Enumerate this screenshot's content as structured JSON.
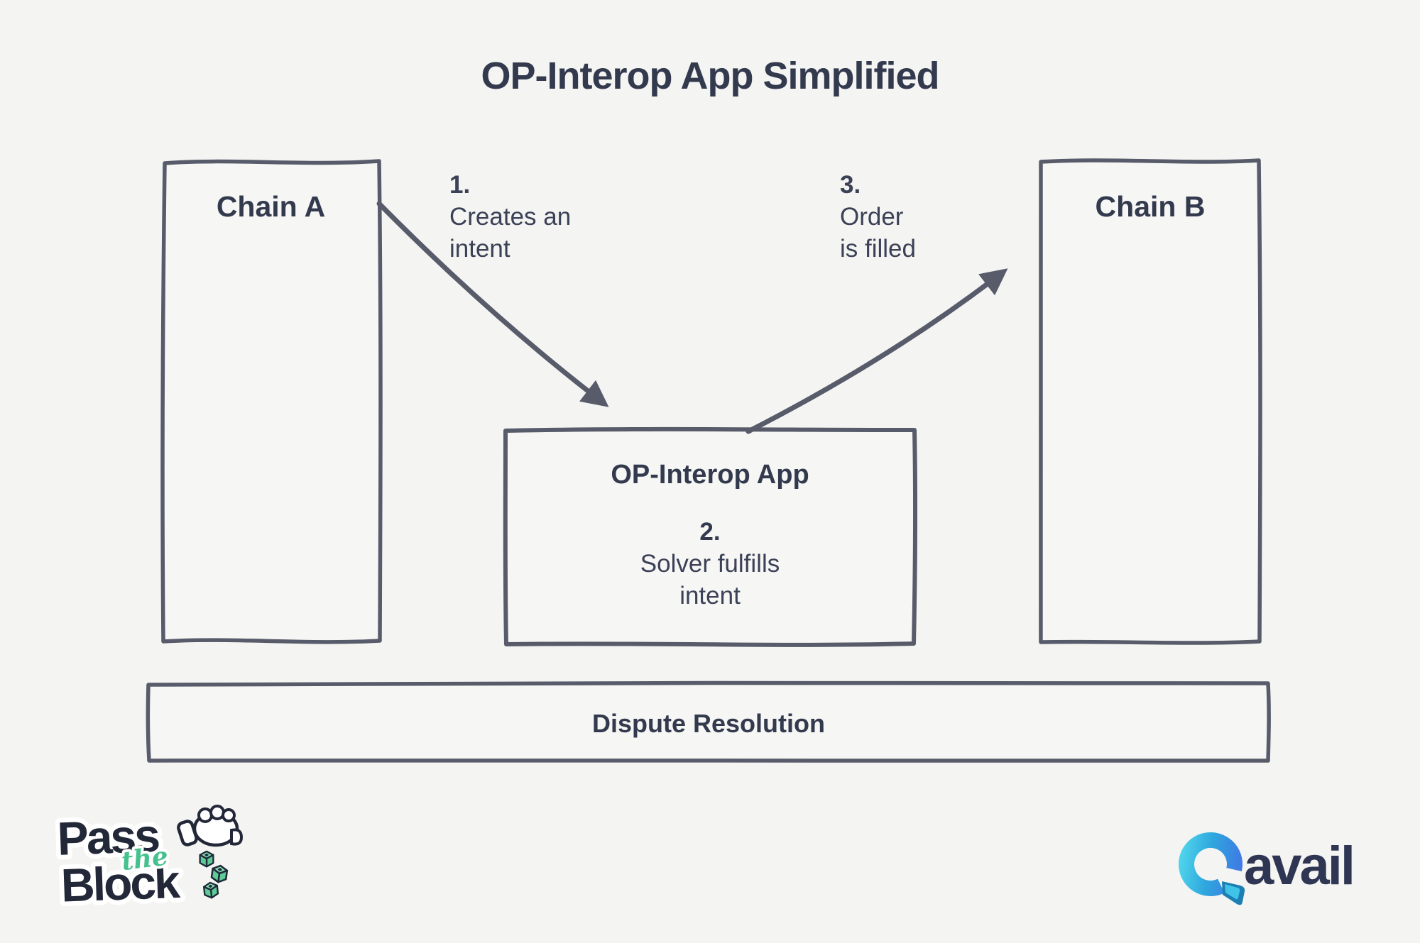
{
  "title": "OP-Interop App Simplified",
  "boxes": {
    "chain_a": {
      "label": "Chain A"
    },
    "chain_b": {
      "label": "Chain B"
    },
    "interop_app": {
      "title": "OP-Interop App",
      "step_number": "2.",
      "step_line1": "Solver fulfills",
      "step_line2": "intent"
    },
    "dispute": {
      "label": "Dispute Resolution"
    }
  },
  "annotations": {
    "step1": {
      "number": "1.",
      "line1": "Creates an",
      "line2": "intent"
    },
    "step3": {
      "number": "3.",
      "line1": "Order",
      "line2": "is filled"
    }
  },
  "logos": {
    "pass_the_block": {
      "word1": "Pass",
      "word2": "the",
      "word3": "Block"
    },
    "avail": {
      "wordmark": "avail"
    }
  },
  "icons": {
    "fist_icon": "cartoon fist dropping blocks",
    "dice_icons": "three green cubes",
    "avail_ring_icon": "blue gradient swirl ring"
  },
  "colors": {
    "background": "#f4f4f2",
    "stroke": "#575b6a",
    "text": "#333a4e",
    "green_accent": "#45c18d",
    "dice_fill": "#5ecb96",
    "avail_blue_top": "#3f7ce4",
    "avail_cyan": "#46c9ea",
    "avail_flap": "#1b7fb4",
    "avail_navy": "#2f3654",
    "ptb_dark": "#232838"
  }
}
